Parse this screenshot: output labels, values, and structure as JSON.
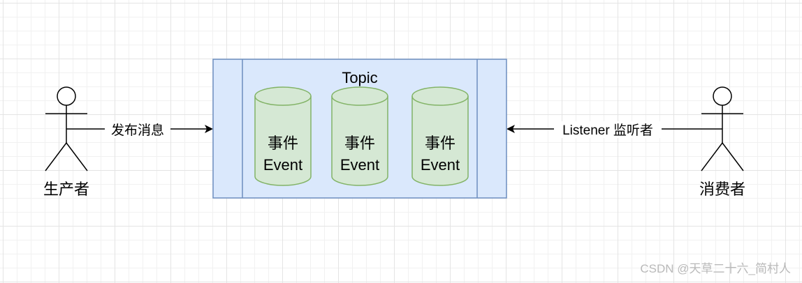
{
  "producer": {
    "label": "生产者"
  },
  "consumer": {
    "label": "消费者"
  },
  "publish_edge": {
    "label": "发布消息"
  },
  "listen_edge": {
    "label": "Listener 监听者"
  },
  "topic": {
    "title": "Topic",
    "events": [
      {
        "line1": "事件",
        "line2": "Event"
      },
      {
        "line1": "事件",
        "line2": "Event"
      },
      {
        "line1": "事件",
        "line2": "Event"
      }
    ]
  },
  "watermark": "CSDN @天草二十六_简村人",
  "colors": {
    "topic_fill": "#dae8fc",
    "topic_stroke": "#6c8ebf",
    "event_fill": "#d5e8d4",
    "event_stroke": "#82b366",
    "line": "#000000"
  }
}
